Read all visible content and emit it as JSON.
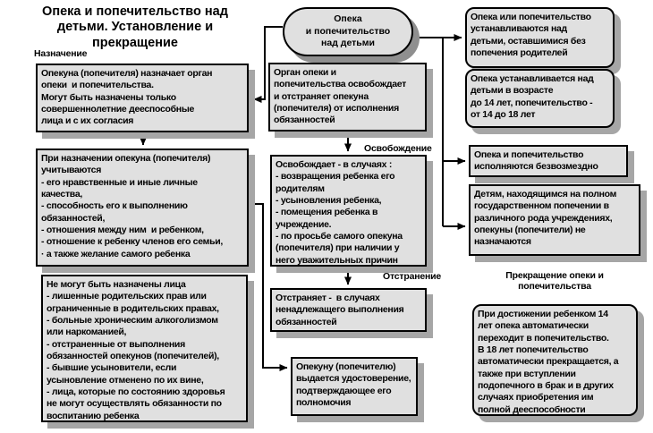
{
  "colors": {
    "background": "#ffffff",
    "box_fill": "#e0e0e0",
    "box_border": "#000000",
    "shadow": "#a6a6a6",
    "stadium_shadow": "#8f8f8f",
    "text": "#000000"
  },
  "diagram": {
    "title": "Опека и попечительство над\nдетьми. Установление и\nпрекращение",
    "root": {
      "label": "Опека\nи попечительство\nнад детьми"
    },
    "section_labels": {
      "appointment": "Назначение",
      "release": "Освобождение",
      "removal": "Отстранение",
      "termination": "Прекращение опеки и\nпопечительства"
    },
    "left_column": {
      "boxes": [
        {
          "text": "Опекуна (попечителя) назначает орган\nопеки  и попечительства.\nМогут быть назначены только\nсовершеннолетние дееспособные\nлица и с их согласия"
        },
        {
          "text": "При назначении опекуна (попечителя)\nучитываются\n- его нравственные и иные личные\nкачества,\n- способность его к выполнению\nобязанностей,\n- отношения между ним  и ребенком,\n- отношение к ребенку членов его семьи,\n· а также желание самого ребенка"
        },
        {
          "text": "Не могут быть назначены лица\n- лишенные родительских прав или\nограниченные в родительских правах,\n- больные хроническим алкоголизмом\nили наркоманией,\n- отстраненные от выполнения\nобязанностей опекунов (попечителей),\n- бывшие усыновители, если\nусыновление отменено по их вине,\n- лица, которые по состоянию здоровья\nне могут осуществлять обязанности по\nвоспитанию ребенка"
        }
      ]
    },
    "center_column": {
      "boxes": [
        {
          "text": "Орган опеки и\nпопечительства освобождает\nи отстраняет опекуна\n(попечителя) от исполнения\nобязанностей"
        },
        {
          "text": "Освобождает - в случаях :\n- возвращения ребенка его\nродителям\n- усыновления ребенка,\n- помещения ребенка в\nучреждение.\n- по просьбе самого опекуна\n(попечителя) при наличии у\nнего уважительных причин"
        },
        {
          "text": "Отстраняет -  в случаях\nненадлежащего выполнения\nобязанностей"
        },
        {
          "text": "Опекуну (попечителю)\nвыдается удостоверение,\nподтверждающее его\nполномочия"
        }
      ]
    },
    "right_column": {
      "boxes": [
        {
          "text": "Опека или попечительство\nустанавливаются над\nдетьми, оставшимися без\nпопечения родителей"
        },
        {
          "text": "Опека устанавливается над\nдетьми в возрасте\nдо 14 лет, попечительство -\nот 14 до 18 лет"
        },
        {
          "text": "Опека и попечительство\nисполняются безвозмездно"
        },
        {
          "text": "Детям, находящимся на полном\nгосударственном попечении в\nразличного рода учреждениях,\nопекуны (попечители) не\nназначаются"
        },
        {
          "text": "При достижении ребенком 14\nлет опека автоматически\nпереходит в попечительство.\nВ 18 лет попечительство\nавтоматически прекращается, а\nтакже при вступлении\nподопечного в брак и в других\nслучаях приобретения им\nполной дееспособности"
        }
      ]
    }
  }
}
